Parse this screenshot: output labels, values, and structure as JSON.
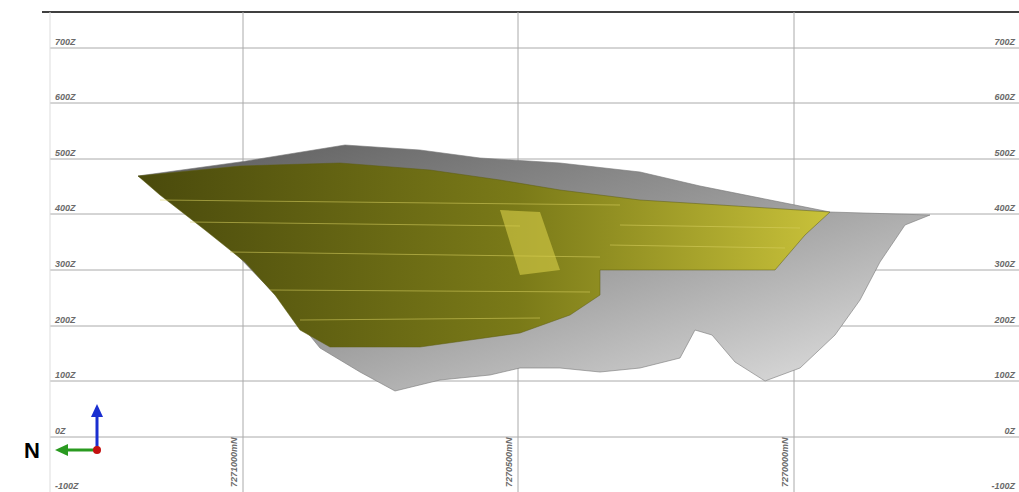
{
  "diagram": {
    "labels": [
      "700Z",
      "600Z",
      "500Z",
      "400Z",
      "300Z",
      "200Z",
      "100Z",
      "0Z",
      "-100Z",
      "700Z",
      "600Z",
      "500Z",
      "400Z",
      "300Z",
      "200Z",
      "100Z",
      "0Z",
      "-100Z",
      "7271000mN",
      "7270500mN",
      "7270000mN",
      "N"
    ]
  }
}
